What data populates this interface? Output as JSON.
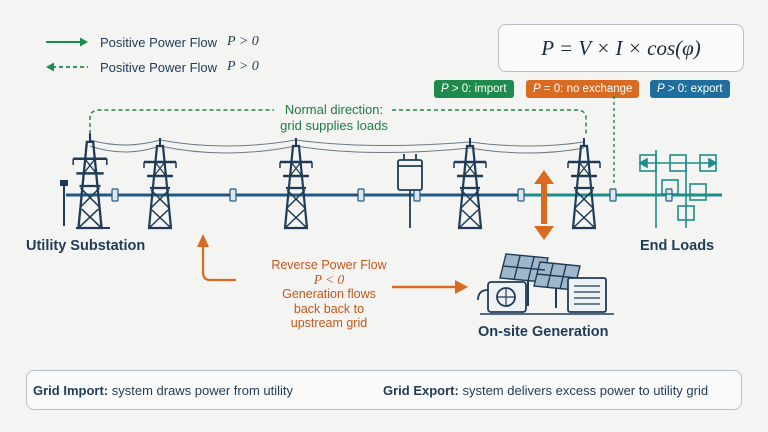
{
  "legend": [
    {
      "label": "Positive Power Flow",
      "expr": "P > 0",
      "style": "solid"
    },
    {
      "label": "Positive Power Flow",
      "expr": "P > 0",
      "style": "dashed"
    }
  ],
  "formula": "P = V × I × cos(φ)",
  "badges": [
    {
      "prefix": "P",
      "text": " > 0: import",
      "color": "#1e8a4c"
    },
    {
      "prefix": "P",
      "text": " = 0: no exchange",
      "color": "#d86a22"
    },
    {
      "prefix": "P",
      "text": " > 0: export",
      "color": "#1f6e9e"
    }
  ],
  "normal_direction": {
    "line1": "Normal direction:",
    "line2": "grid supplies loads"
  },
  "nodes": {
    "substation": "Utility Substation",
    "end_loads": "End Loads",
    "onsite": "On-site Generation"
  },
  "reverse_flow": {
    "title": "Reverse Power Flow",
    "expr": "P < 0",
    "line3": "Generation flows",
    "line4": "back back to",
    "line5": "upstream grid"
  },
  "footer": {
    "import_title": "Grid Import:",
    "import_text": " system draws power from utility",
    "export_title": "Grid Export:",
    "export_text": " system delivers excess power to utility grid"
  },
  "colors": {
    "green": "#1e8a4c",
    "orange": "#d86a22",
    "blue": "#1f6e9e",
    "teal": "#1e8d8a",
    "navy": "#1f3b57"
  }
}
